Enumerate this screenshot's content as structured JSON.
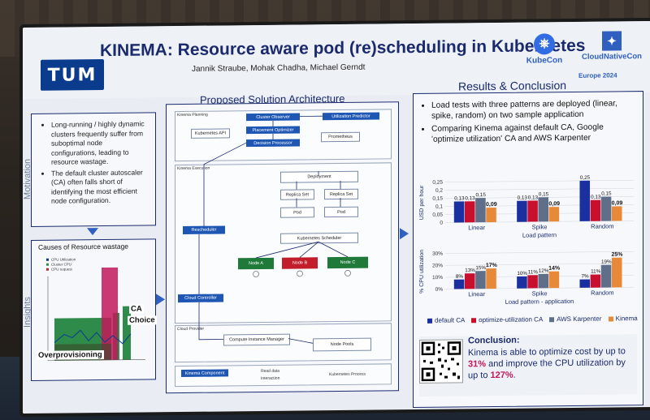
{
  "header": {
    "title": "KINEMA: Resource aware pod (re)scheduling in Kubernetes",
    "authors": "Jannik Straube, Mohak Chadha, Michael Gerndt",
    "logo_tum": "TUM",
    "kubecon": "KubeCon",
    "cncf": "CloudNativeCon",
    "europe": "Europe 2024"
  },
  "sections": {
    "motivation_label": "Motivation",
    "insights_label": "Insights",
    "architecture_title": "Proposed Solution Architecture",
    "results_title": "Results & Conclusion"
  },
  "motivation": {
    "bullets": [
      "Long-running / highly dynamic clusters frequently suffer from suboptimal node configurations, leading to resource wastage.",
      "The default cluster autoscaler (CA) often falls short of identifying the most efficient node configuration."
    ]
  },
  "insights": {
    "title": "Causes of Resource wastage",
    "legend": [
      "CPU Utilization",
      "Cluster CPU",
      "CPU request"
    ],
    "label_overprovisioning": "Overprovisioning",
    "label_ca": "CA",
    "label_choice": "Choice"
  },
  "architecture": {
    "planning_label": "Kinema Planning",
    "execution_label": "Kinema Execution",
    "provider_label": "Cloud Provider",
    "cluster_observer": "Cluster Observer",
    "placement_optimizer": "Placement Optimizer",
    "decision_processor": "Decision Processor",
    "utilization_predictor": "Utilization Predictor",
    "kubernetes_api": "Kubernetes API",
    "prometheus": "Prometheus",
    "deployment": "Deployment",
    "replica_set_1": "Replica Set",
    "replica_set_2": "Replica Set",
    "pod_1": "Pod",
    "pod_2": "Pod",
    "rescheduler": "Rescheduler",
    "kubernetes_scheduler": "Kubernetes Scheduler",
    "node_a": "Node A",
    "node_b": "Node B",
    "node_c": "Node C",
    "cloud_controller": "Cloud Controller",
    "compute_instance_manager": "Compute Instance Manager",
    "node_pools": "Node Pools",
    "legend_component": "Kinema Component",
    "legend_read": "Read data",
    "legend_interaction": "Interaction",
    "legend_k8s_process": "Kubernetes Process"
  },
  "results": {
    "bullets": [
      "Load tests with three patterns are deployed (linear, spike, random) on two sample application",
      "Comparing Kinema against default CA, Google 'optimize utilization' CA and AWS Karpenter"
    ],
    "legend": [
      "default CA",
      "optimize-utilization CA",
      "AWS Karpenter",
      "Kinema"
    ]
  },
  "colors": {
    "default_ca": "#1a2fa0",
    "optimize_utilization_ca": "#c8102e",
    "aws_karpenter": "#5f6f8a",
    "kinema": "#e8893a",
    "title": "#1a2a6c",
    "highlight": "#c2185b"
  },
  "chart_data": [
    {
      "type": "bar",
      "categories": [
        "Linear",
        "Spike",
        "Random"
      ],
      "xlabel": "Load pattern",
      "ylabel": "USD per hour",
      "ylim": [
        0,
        0.25
      ],
      "yticks": [
        "0",
        "0,05",
        "0,1",
        "0,15",
        "0,2",
        "0,25"
      ],
      "series": [
        {
          "name": "default CA",
          "values": [
            0.13,
            0.13,
            0.25
          ],
          "labels": [
            "0,13",
            "0,13",
            "0,25"
          ]
        },
        {
          "name": "optimize-utilization CA",
          "values": [
            0.13,
            0.13,
            0.13
          ],
          "labels": [
            "0,13",
            "0,13",
            "0,13"
          ]
        },
        {
          "name": "AWS Karpenter",
          "values": [
            0.15,
            0.15,
            0.15
          ],
          "labels": [
            "0,15",
            "0,15",
            "0,15"
          ]
        },
        {
          "name": "Kinema",
          "values": [
            0.09,
            0.09,
            0.09
          ],
          "labels": [
            "0,09",
            "0,09",
            "0,09"
          ]
        }
      ]
    },
    {
      "type": "bar",
      "categories": [
        "Linear",
        "Spike",
        "Random"
      ],
      "xlabel": "Load pattern - application",
      "ylabel": "% CPU utilization",
      "ylim": [
        0,
        30
      ],
      "yticks": [
        "0%",
        "10%",
        "20%",
        "30%"
      ],
      "series": [
        {
          "name": "default CA",
          "values": [
            8,
            10,
            7
          ],
          "labels": [
            "8%",
            "10%",
            "7%"
          ]
        },
        {
          "name": "optimize-utilization CA",
          "values": [
            13,
            11,
            11
          ],
          "labels": [
            "13%",
            "11%",
            "11%"
          ]
        },
        {
          "name": "AWS Karpenter",
          "values": [
            15,
            12,
            19
          ],
          "labels": [
            "15%",
            "12%",
            "19%"
          ]
        },
        {
          "name": "Kinema",
          "values": [
            17,
            14,
            25
          ],
          "labels": [
            "17%",
            "14%",
            "25%"
          ]
        }
      ]
    }
  ],
  "conclusion": {
    "title": "Conclusion:",
    "text_1": "Kinema is able to optimize cost by up to",
    "cost_value": "31%",
    "text_2": "and improve the CPU utilization by up to",
    "cpu_value": "127%",
    "text_3": "."
  }
}
